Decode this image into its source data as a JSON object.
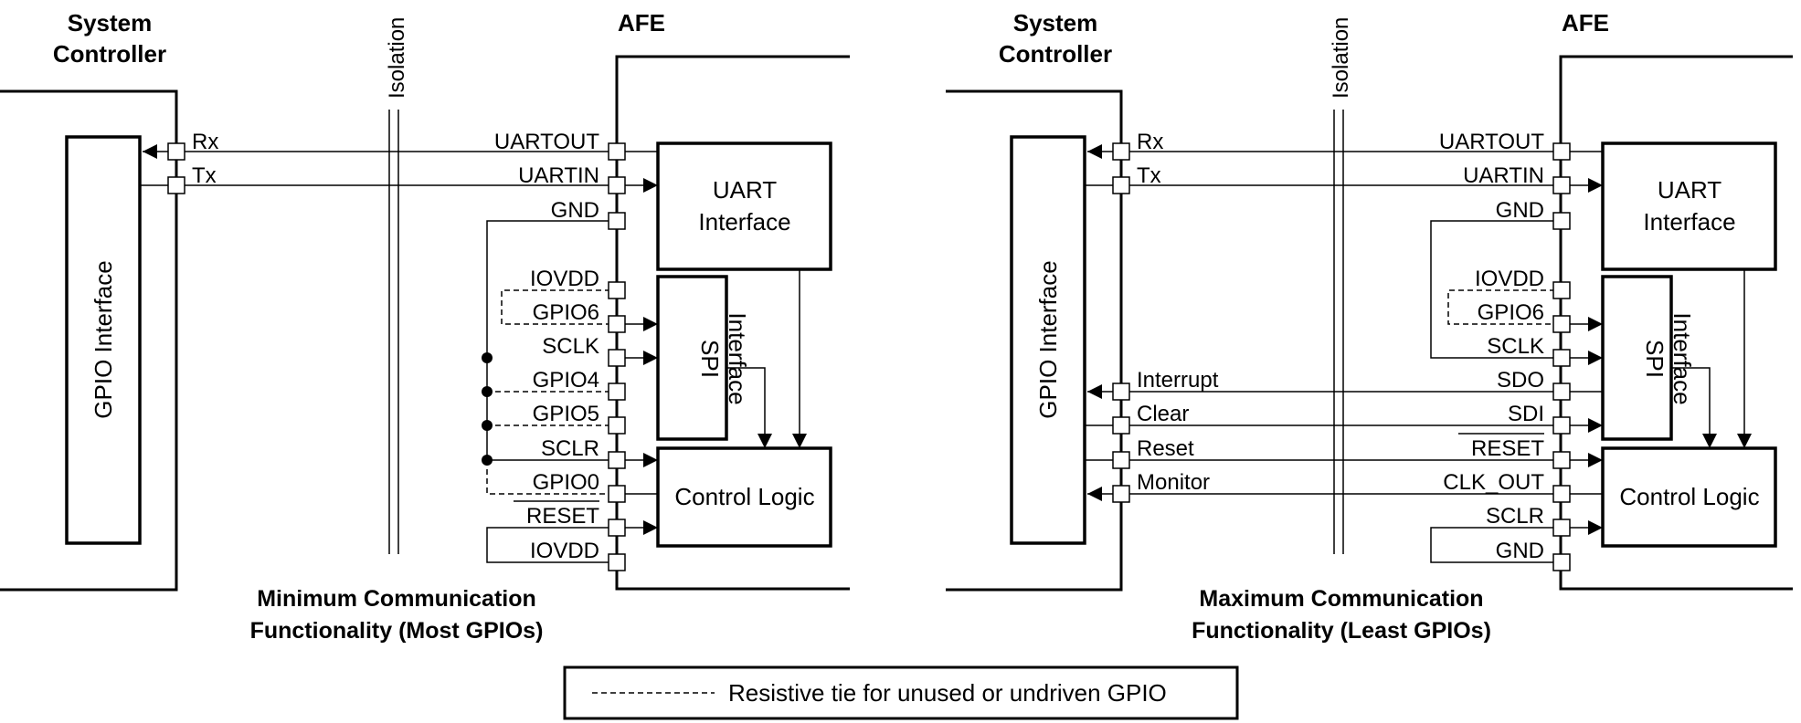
{
  "panels": [
    {
      "sys_title": [
        "System",
        "Controller"
      ],
      "isolation": "Isolation",
      "afe_title": "AFE",
      "gpio_block": "GPIO Interface",
      "uart_block": [
        "UART",
        "Interface"
      ],
      "spi_block": [
        "SPI",
        "Interface"
      ],
      "ctrl_block": "Control Logic",
      "host_signals": [
        "Rx",
        "Tx"
      ],
      "afe_pins": [
        "UARTOUT",
        "UARTIN",
        "GND",
        "IOVDD",
        "GPIO6",
        "SCLK",
        "GPIO4",
        "GPIO5",
        "SCLR",
        "GPIO0",
        "RESET",
        "IOVDD"
      ],
      "overlined_pins": [
        "RESET"
      ],
      "caption": [
        "Minimum Communication",
        "Functionality (Most GPIOs)"
      ]
    },
    {
      "sys_title": [
        "System",
        "Controller"
      ],
      "isolation": "Isolation",
      "afe_title": "AFE",
      "gpio_block": "GPIO Interface",
      "uart_block": [
        "UART",
        "Interface"
      ],
      "spi_block": [
        "SPI",
        "Interface"
      ],
      "ctrl_block": "Control Logic",
      "host_signals": [
        "Rx",
        "Tx",
        "Interrupt",
        "Clear",
        "Reset",
        "Monitor"
      ],
      "afe_pins": [
        "UARTOUT",
        "UARTIN",
        "GND",
        "IOVDD",
        "GPIO6",
        "SCLK",
        "SDO",
        "SDI",
        "RESET",
        "CLK_OUT",
        "SCLR",
        "GND"
      ],
      "overlined_pins": [
        "RESET"
      ],
      "caption": [
        "Maximum Communication",
        "Functionality (Least GPIOs)"
      ]
    }
  ],
  "legend": {
    "line_style": "dashed",
    "text": "Resistive tie for unused or undriven GPIO"
  }
}
